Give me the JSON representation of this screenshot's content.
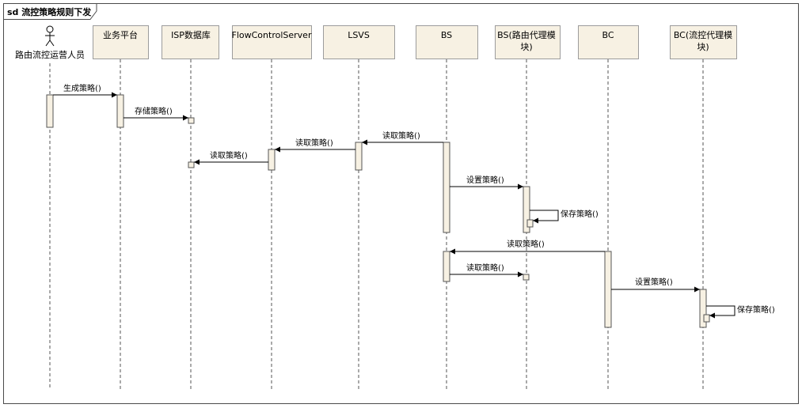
{
  "frame": {
    "title": "sd 流控策略规则下发"
  },
  "actor": {
    "name": "路由流控运营人员"
  },
  "lifelines": [
    {
      "label": "业务平台"
    },
    {
      "label": "ISP数据库"
    },
    {
      "label": "FlowControlServer"
    },
    {
      "label": "LSVS"
    },
    {
      "label": "BS"
    },
    {
      "label_lines": [
        "BS(路由代理模",
        "块)"
      ]
    },
    {
      "label": "BC"
    },
    {
      "label_lines": [
        "BC(流控代理模",
        "块)"
      ]
    }
  ],
  "messages": [
    {
      "label": "生成策略()"
    },
    {
      "label": "存储策略()"
    },
    {
      "label": "读取策略()"
    },
    {
      "label": "读取策略()"
    },
    {
      "label": "读取策略()"
    },
    {
      "label": "设置策略()"
    },
    {
      "label": "保存策略()"
    },
    {
      "label": "读取策略()"
    },
    {
      "label": "读取策略()"
    },
    {
      "label": "设置策略()"
    },
    {
      "label": "保存策略()"
    }
  ]
}
